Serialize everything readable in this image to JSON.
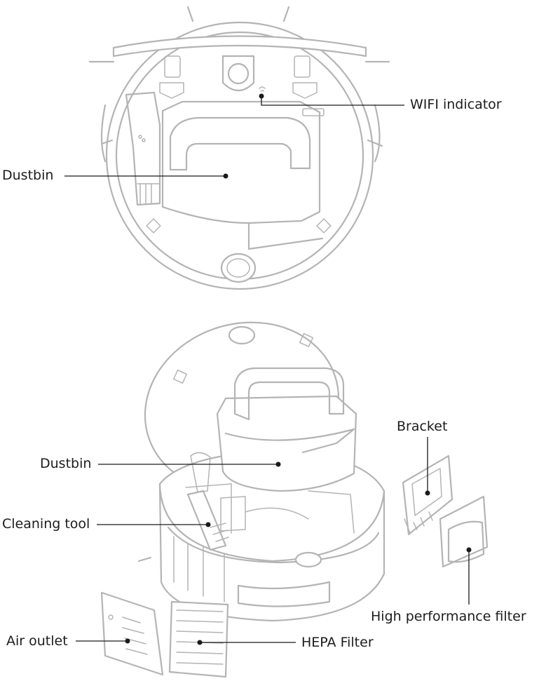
{
  "labels": {
    "wifi_indicator": "WIFI indicator",
    "dustbin_top": "Dustbin",
    "dustbin_bottom": "Dustbin",
    "bracket": "Bracket",
    "cleaning_tool": "Cleaning tool",
    "high_performance_filter": "High performance filter",
    "air_outlet": "Air outlet",
    "hepa_filter": "HEPA Filter"
  },
  "colors": {
    "drawing_stroke": "#b4b4b4",
    "leader_line": "#1a1a1a",
    "label_text": "#1c1c1c"
  }
}
